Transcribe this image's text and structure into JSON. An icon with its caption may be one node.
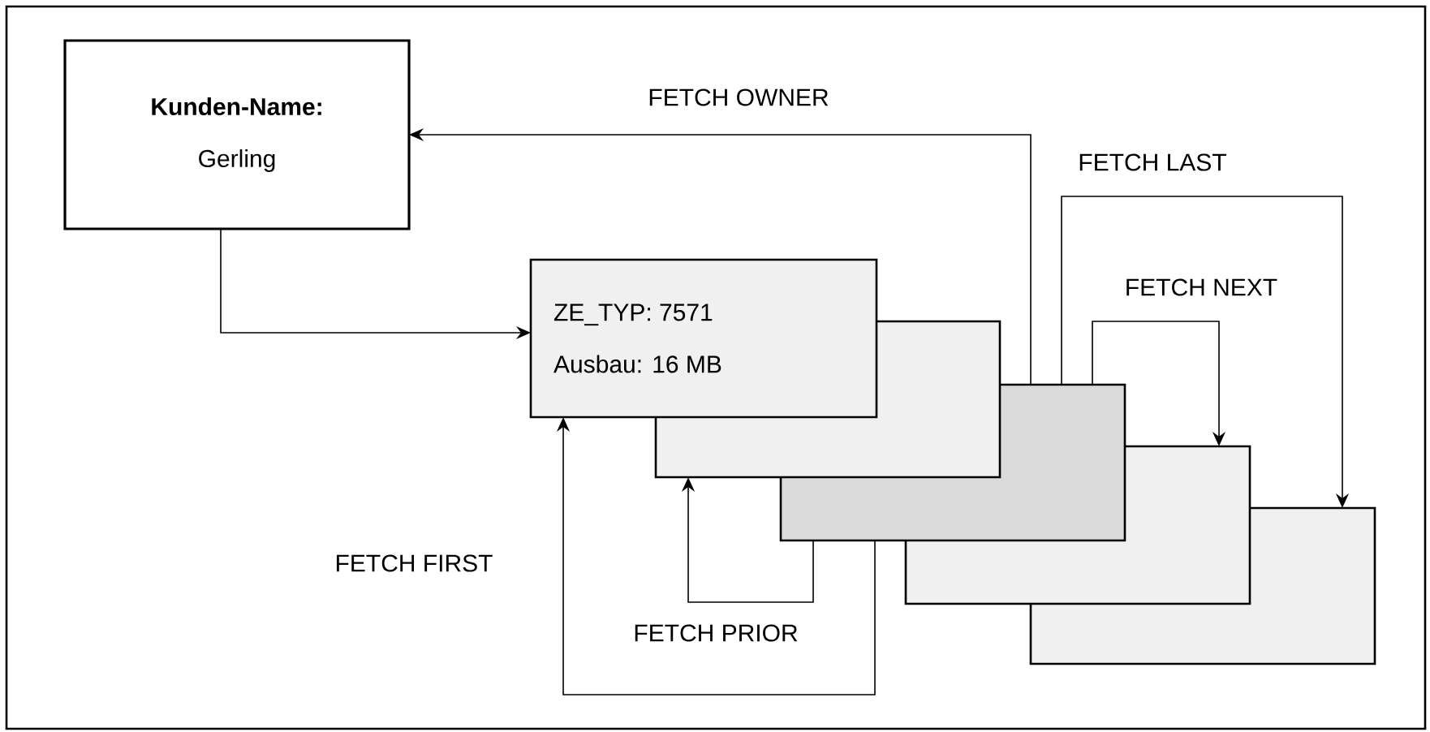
{
  "diagram": {
    "nodes": [
      {
        "text": [
          "Kunden-Name:",
          "Gerling"
        ]
      },
      {
        "text": [
          "ZE_TYP: 7571",
          "Ausbau: 16 MB"
        ]
      },
      {
        "text": [],
        "shape": "box"
      },
      {
        "text": [],
        "shape": "box"
      },
      {
        "text": [],
        "shape": "box"
      },
      {
        "text": [],
        "shape": "box"
      }
    ],
    "edges": [
      {
        "from": 0,
        "to": 1,
        "arrow": "to"
      },
      {
        "from": 3,
        "to": 0,
        "arrow": "to",
        "label": "FETCH OWNER"
      },
      {
        "from": 3,
        "to": 5,
        "arrow": "to",
        "label": "FETCH LAST"
      },
      {
        "from": 3,
        "to": 4,
        "arrow": "to",
        "label": "FETCH NEXT"
      },
      {
        "from": 3,
        "to": 2,
        "arrow": "to",
        "label": "FETCH PRIOR"
      },
      {
        "from": 3,
        "to": 1,
        "arrow": "to",
        "label": "FETCH FIRST"
      }
    ]
  }
}
